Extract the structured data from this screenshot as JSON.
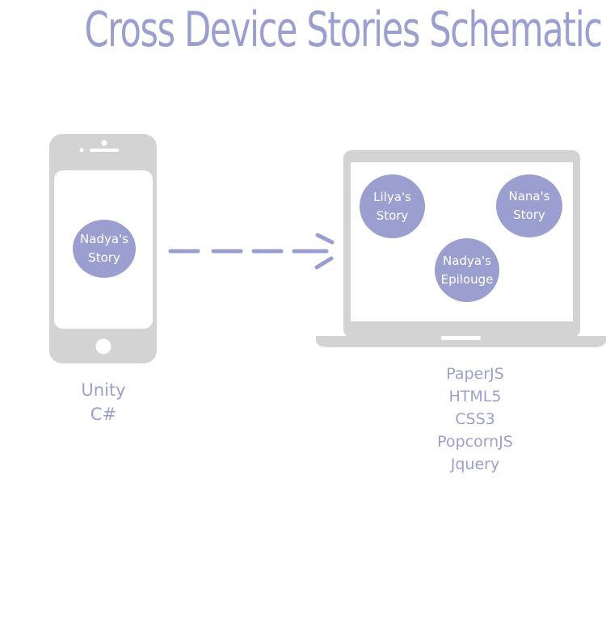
{
  "title": "Cross Device Stories Schematic",
  "colors": {
    "accent": "#9b9fcf",
    "device_gray": "#d3d3d3",
    "screen": "#ffffff"
  },
  "phone": {
    "story": "Nadya's\nStory",
    "tech": [
      "Unity",
      "C#"
    ]
  },
  "laptop": {
    "stories": [
      "Lilya's\nStory",
      "Nana's\nStory",
      "Nadya's\nEpilouge"
    ],
    "tech": [
      "PaperJS",
      "HTML5",
      "CSS3",
      "PopcornJS",
      "Jquery"
    ]
  }
}
